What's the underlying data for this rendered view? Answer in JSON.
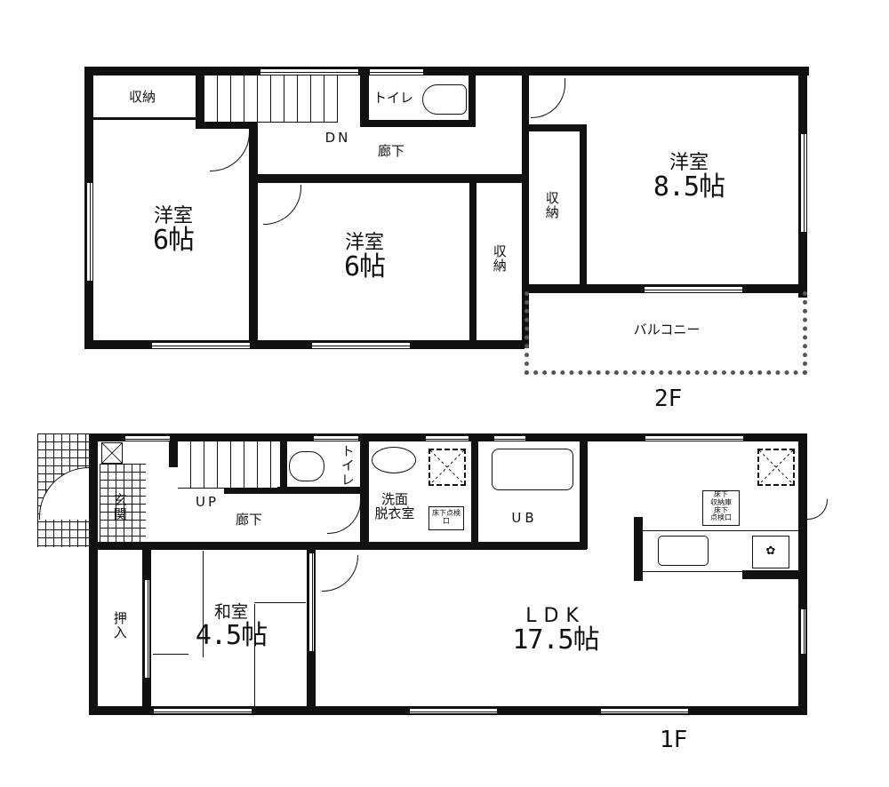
{
  "floors": [
    {
      "id": "2F",
      "label": "2F",
      "rooms": [
        {
          "id": "storage-top-left",
          "name": "収納"
        },
        {
          "id": "stairs",
          "name": "DN"
        },
        {
          "id": "toilet",
          "name": "トイレ"
        },
        {
          "id": "hallway",
          "name": "廊下"
        },
        {
          "id": "western-room-left",
          "name": "洋室",
          "size": "6帖"
        },
        {
          "id": "western-room-center",
          "name": "洋室",
          "size": "6帖"
        },
        {
          "id": "storage-center",
          "name": "収納"
        },
        {
          "id": "storage-right",
          "name": "収納"
        },
        {
          "id": "western-room-right",
          "name": "洋室",
          "size": "8.5帖"
        },
        {
          "id": "balcony",
          "name": "バルコニー"
        }
      ]
    },
    {
      "id": "1F",
      "label": "1F",
      "rooms": [
        {
          "id": "entrance",
          "name": "玄関"
        },
        {
          "id": "stairs",
          "name": "UP"
        },
        {
          "id": "toilet",
          "name": "トイレ"
        },
        {
          "id": "hallway",
          "name": "廊下"
        },
        {
          "id": "washroom",
          "name_line1": "洗面",
          "name_line2": "脱衣室"
        },
        {
          "id": "bath",
          "name": "UB"
        },
        {
          "id": "closet",
          "name": "押入"
        },
        {
          "id": "japanese-room",
          "name": "和室",
          "size": "4.5帖"
        },
        {
          "id": "ldk",
          "name": "LDK",
          "size": "17.5帖"
        }
      ],
      "markers": {
        "washroom_hatch": "床下点検口",
        "kitchen_hatch_lines": [
          "床下",
          "収納庫",
          "床下",
          "点検口"
        ]
      }
    }
  ]
}
